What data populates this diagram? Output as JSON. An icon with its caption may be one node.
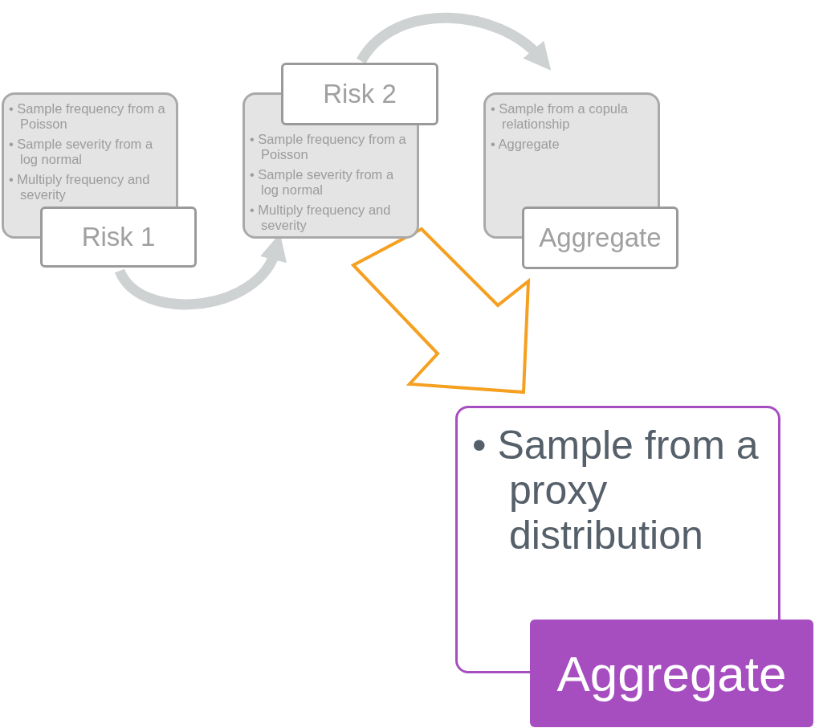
{
  "diagram": {
    "nodes": [
      {
        "text": [
          "• Sample frequency from a Poisson",
          "• Sample severity from a log normal",
          "• Multiply frequency and severity",
          "Risk 1"
        ]
      },
      {
        "text": [
          "Risk 2",
          "• Sample frequency from a Poisson",
          "• Sample severity from a log normal",
          "• Multiply frequency and severity"
        ]
      },
      {
        "text": [
          "• Sample from a copula relationship",
          "• Aggregate",
          "Aggregate"
        ]
      },
      {
        "text": [
          "• Sample from a proxy distribution",
          "Aggregate"
        ]
      }
    ],
    "edges": [
      {
        "from": 0,
        "to": 1,
        "arrow": "to"
      },
      {
        "from": 1,
        "to": 2,
        "arrow": "to"
      },
      {
        "from": 1,
        "to": 3,
        "arrow": "to",
        "style": "thick",
        "color": "#f5a020"
      }
    ]
  }
}
